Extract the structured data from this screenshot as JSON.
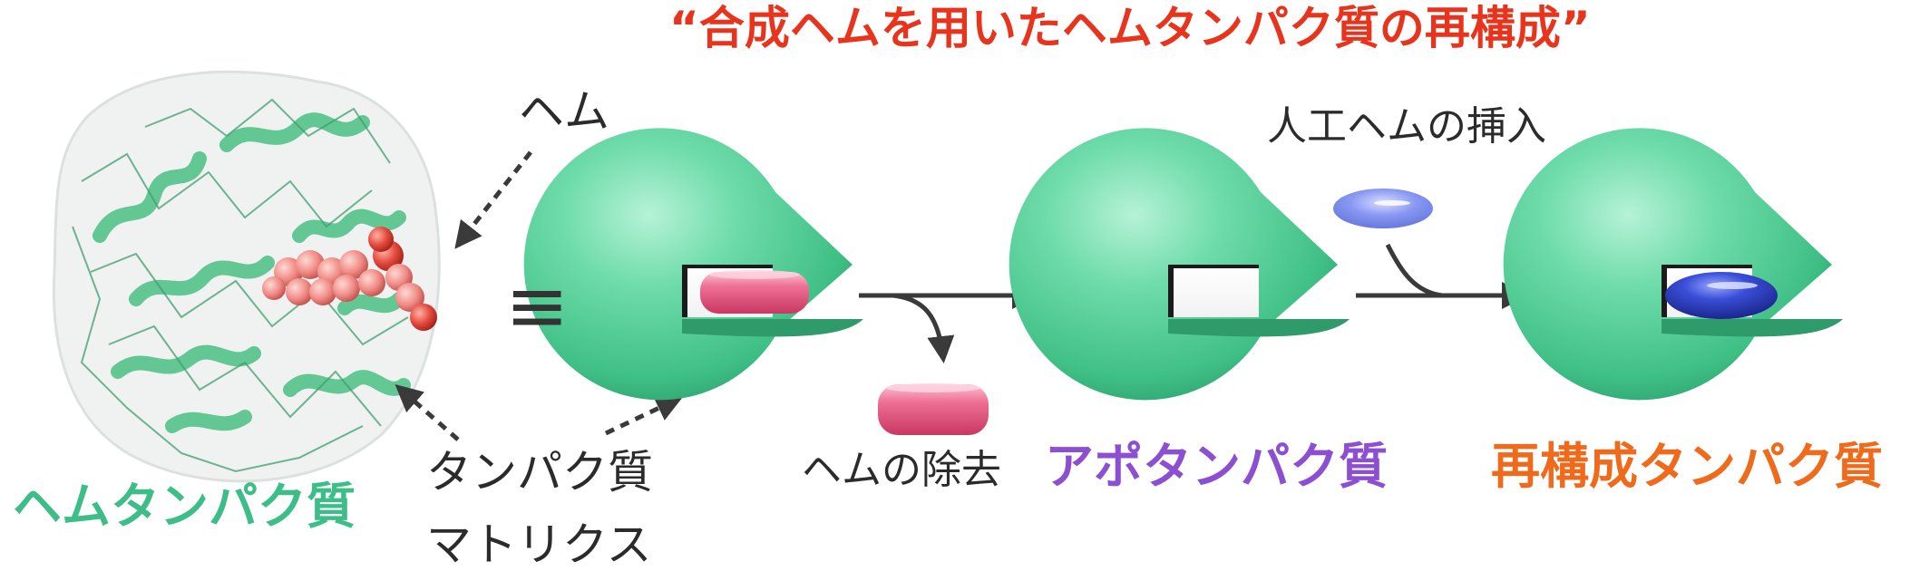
{
  "title": "“合成ヘムを用いたヘムタンパク質の再構成”",
  "labels": {
    "heme": "ヘム",
    "heme_protein": "ヘムタンパク質",
    "protein_matrix_line1": "タンパク質",
    "protein_matrix_line2": "マトリクス",
    "equivalence": "≡",
    "heme_removal": "ヘムの除去",
    "apo_protein": "アポタンパク質",
    "artificial_heme_insertion": "人工ヘムの挿入",
    "reconstituted_protein": "再構成タンパク質"
  },
  "colors": {
    "title": "#e8341c",
    "heme_protein_label": "#3dbd88",
    "apo_label": "#8c4fd1",
    "reconstituted_label": "#f06a1c",
    "protein_green": "#5fd6a0",
    "natural_heme_pink": "#e8557e",
    "artificial_heme_blue": "#2f3fc4",
    "arrow": "#3a3a3a"
  }
}
